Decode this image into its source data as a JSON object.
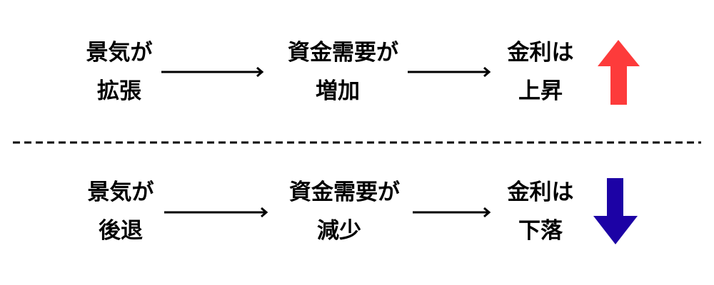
{
  "colors": {
    "up": "#fd3b3b",
    "down": "#1c02a5",
    "text": "#000000"
  },
  "rows": [
    {
      "direction": "up",
      "economy": [
        "景気が",
        "拡張"
      ],
      "demand": [
        "資金需要が",
        "増加"
      ],
      "rate": [
        "金利は",
        "上昇"
      ],
      "arrow_icon": "arrow-up-icon"
    },
    {
      "direction": "down",
      "economy": [
        "景気が",
        "後退"
      ],
      "demand": [
        "資金需要が",
        "減少"
      ],
      "rate": [
        "金利は",
        "下落"
      ],
      "arrow_icon": "arrow-down-icon"
    }
  ]
}
